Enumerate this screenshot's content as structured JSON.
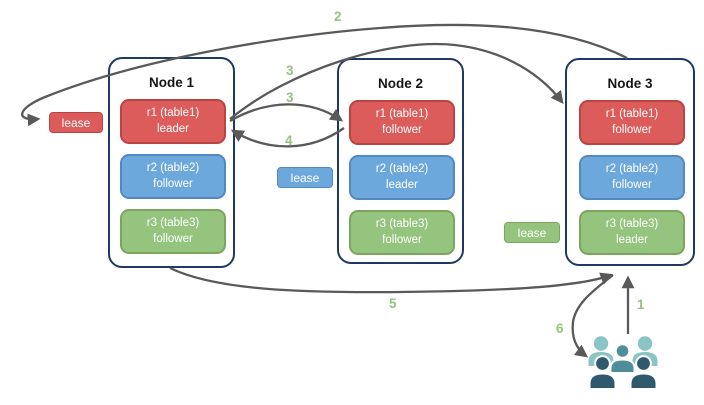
{
  "diagram_background": "#ffffff",
  "colors": {
    "node_border": "#1F3864",
    "red_fill": "#DC5B5B",
    "red_border": "#BA4442",
    "blue_fill": "#6DA8DC",
    "blue_border": "#5489C0",
    "green_fill": "#94C47D",
    "green_border": "#7BA65D",
    "arrow": "#595959",
    "step_label_green": "#93C47D",
    "users_light_teal": "#8AC4C4",
    "users_medium_teal": "#4F8E99",
    "users_dark_teal": "#2F5A6E"
  },
  "nodes": [
    {
      "title": "Node 1",
      "replicas": [
        {
          "name": "r1 (table1)",
          "role": "leader",
          "color": "#DC5B5B"
        },
        {
          "name": "r2 (table2)",
          "role": "follower",
          "color": "#6DA8DC"
        },
        {
          "name": "r3 (table3)",
          "role": "follower",
          "color": "#94C47D"
        }
      ]
    },
    {
      "title": "Node 2",
      "replicas": [
        {
          "name": "r1 (table1)",
          "role": "follower",
          "color": "#DC5B5B"
        },
        {
          "name": "r2 (table2)",
          "role": "leader",
          "color": "#6DA8DC"
        },
        {
          "name": "r3 (table3)",
          "role": "follower",
          "color": "#94C47D"
        }
      ]
    },
    {
      "title": "Node 3",
      "replicas": [
        {
          "name": "r1 (table1)",
          "role": "follower",
          "color": "#DC5B5B"
        },
        {
          "name": "r2 (table2)",
          "role": "follower",
          "color": "#6DA8DC"
        },
        {
          "name": "r3 (table3)",
          "role": "leader",
          "color": "#94C47D"
        }
      ]
    }
  ],
  "leases": [
    {
      "label": "lease",
      "color": "#DC5B5B"
    },
    {
      "label": "lease",
      "color": "#6DA8DC"
    },
    {
      "label": "lease",
      "color": "#94C47D"
    }
  ],
  "arrow_labels": {
    "s1": "1",
    "s2": "2",
    "s3a": "3",
    "s3b": "3",
    "s4": "4",
    "s5": "5",
    "s6": "6"
  },
  "icons": {
    "users": "users-group-icon"
  }
}
